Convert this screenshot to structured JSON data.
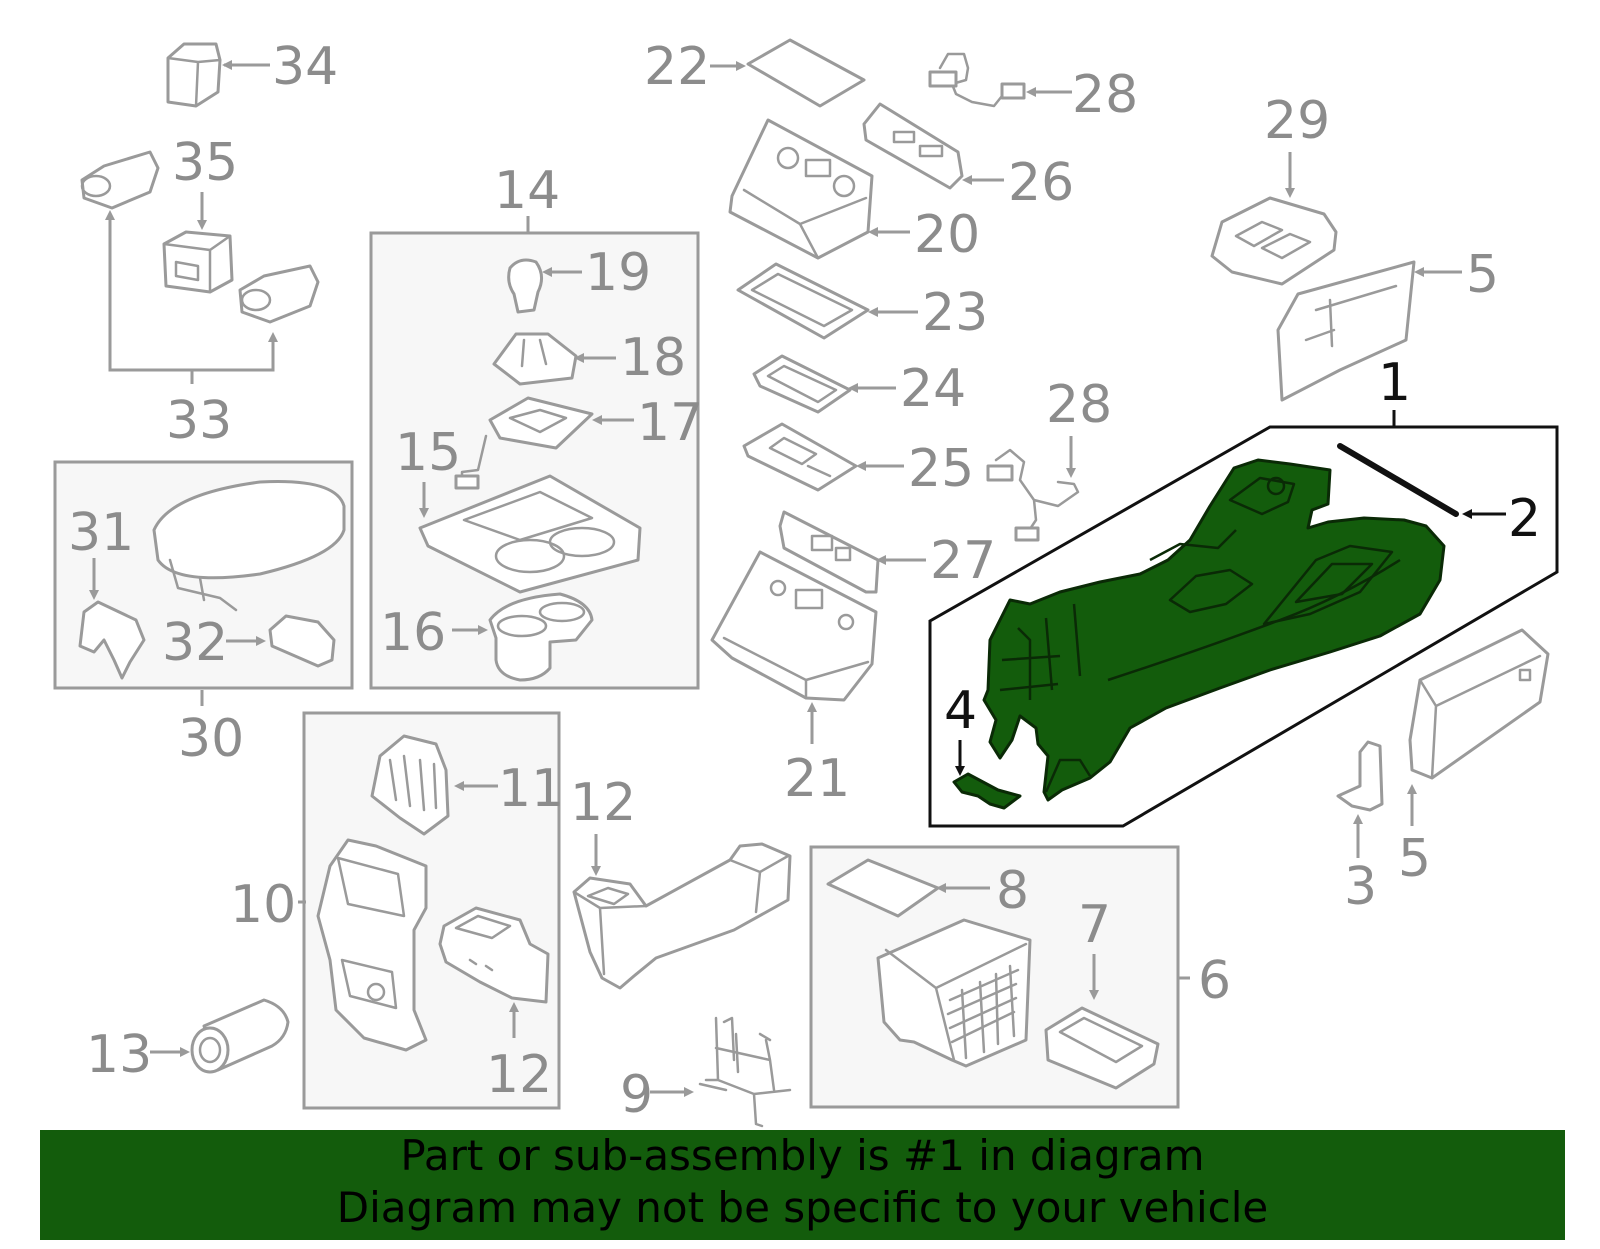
{
  "diagram": {
    "callouts": {
      "c1": "1",
      "c2": "2",
      "c3": "3",
      "c4": "4",
      "c5a": "5",
      "c5b": "5",
      "c6": "6",
      "c7": "7",
      "c8": "8",
      "c9": "9",
      "c10": "10",
      "c11": "11",
      "c12a": "12",
      "c12b": "12",
      "c13": "13",
      "c14": "14",
      "c15": "15",
      "c16": "16",
      "c17": "17",
      "c18": "18",
      "c19": "19",
      "c20": "20",
      "c21": "21",
      "c22": "22",
      "c23": "23",
      "c24": "24",
      "c25": "25",
      "c26": "26",
      "c27": "27",
      "c28a": "28",
      "c28b": "28",
      "c29": "29",
      "c30": "30",
      "c31": "31",
      "c32": "32",
      "c33": "33",
      "c34": "34",
      "c35": "35"
    },
    "highlight_color": "#135c0c",
    "highlighted_part": "1"
  },
  "footer": {
    "line1": "Part or sub-assembly is #1 in diagram",
    "line2": "Diagram may not be specific to your vehicle"
  }
}
